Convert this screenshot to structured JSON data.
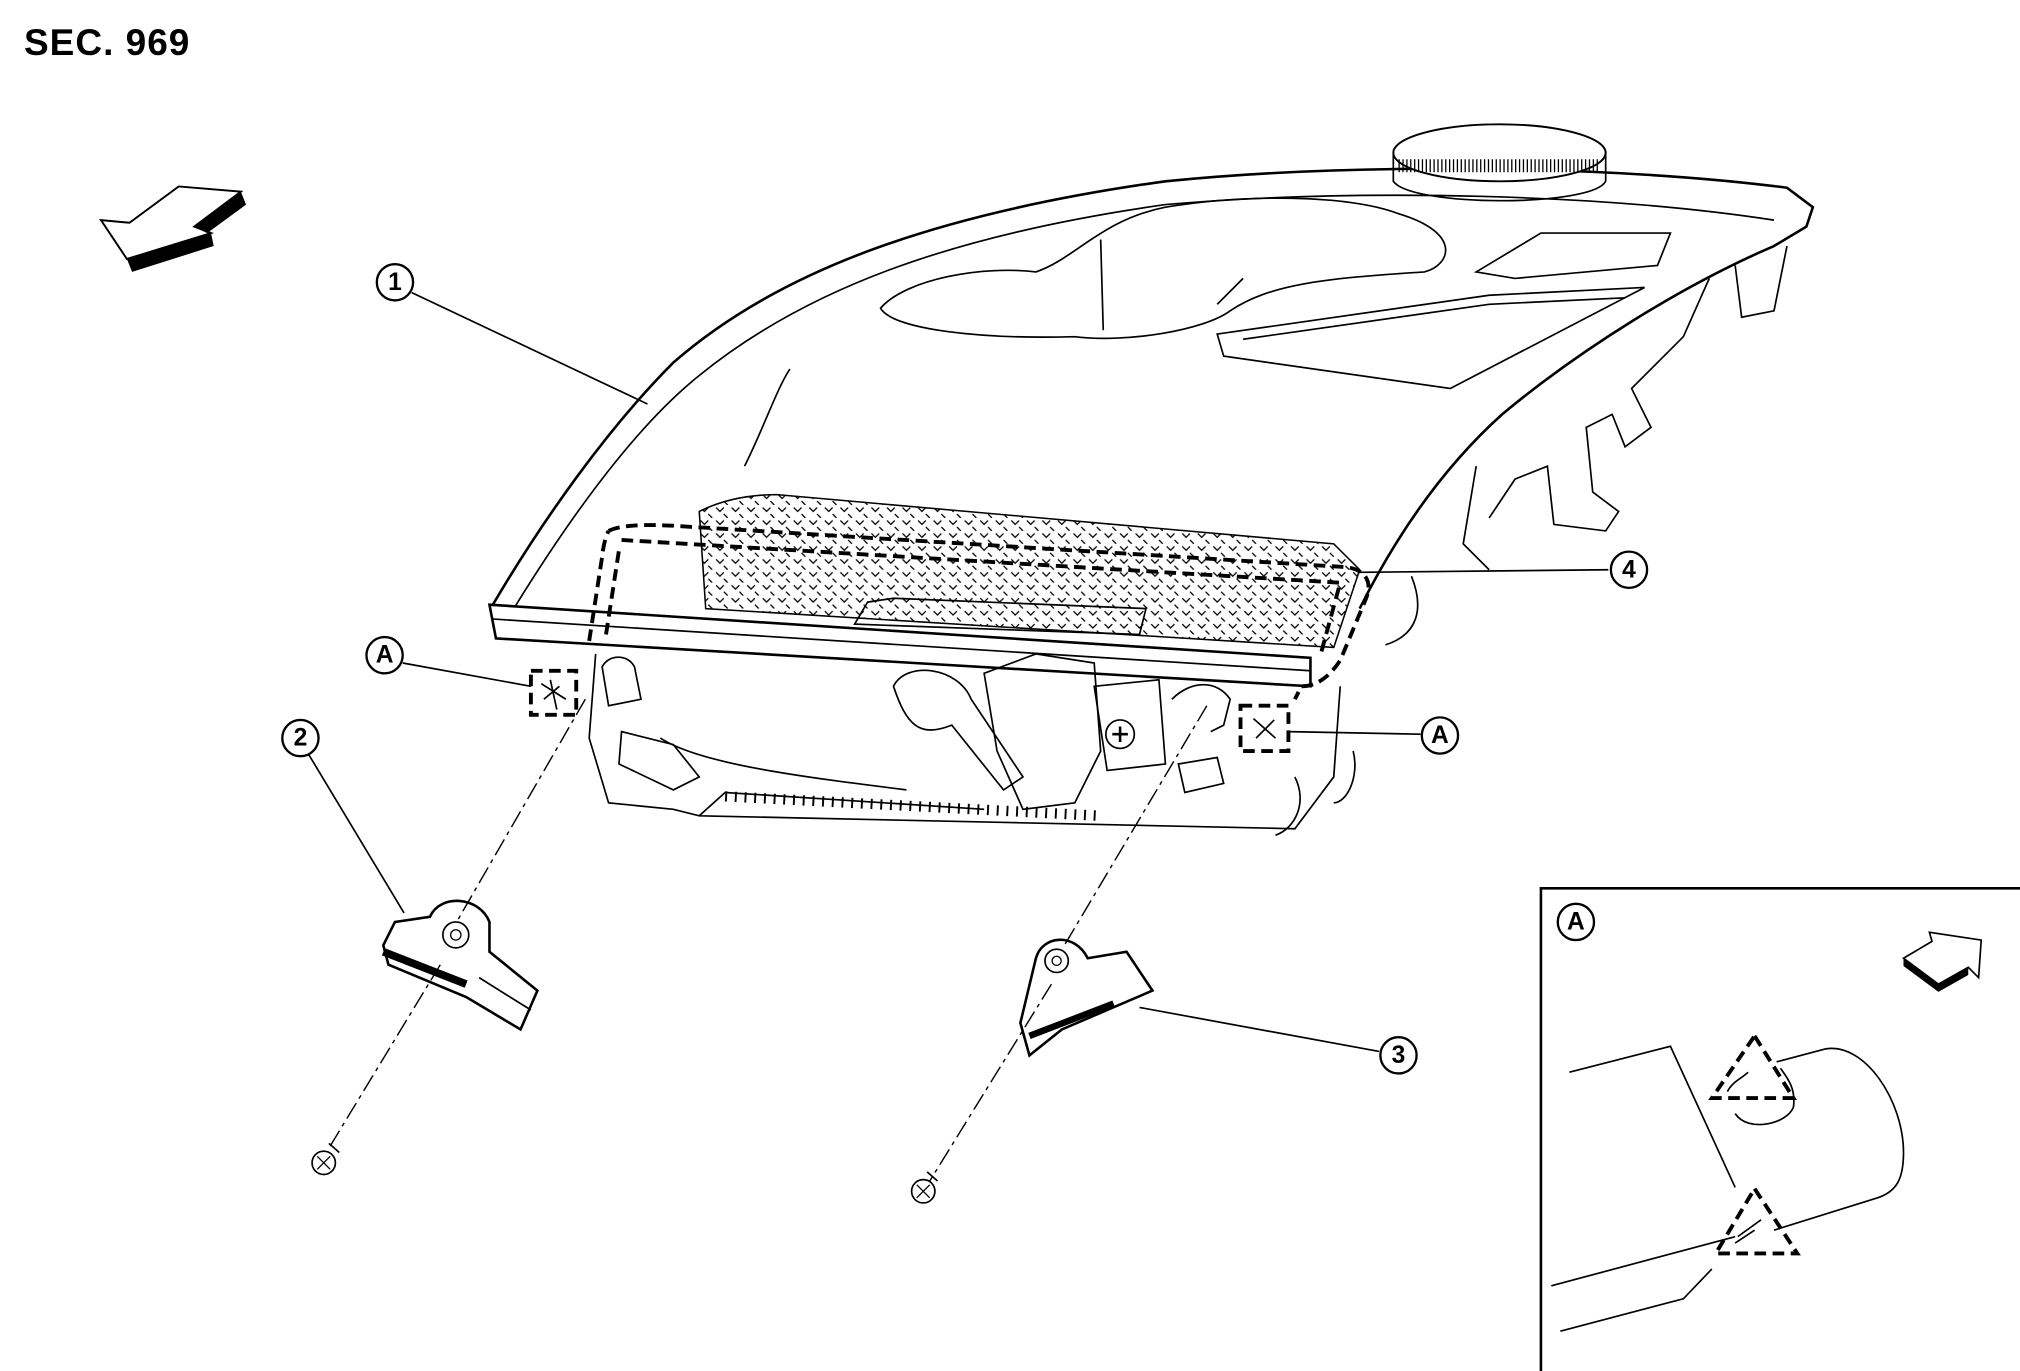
{
  "section_label": "SEC. 969",
  "callouts": {
    "part1": "1",
    "part2": "2",
    "part3": "3",
    "part4": "4",
    "detail_left": "A",
    "detail_right": "A"
  },
  "inset": {
    "label": "A"
  }
}
